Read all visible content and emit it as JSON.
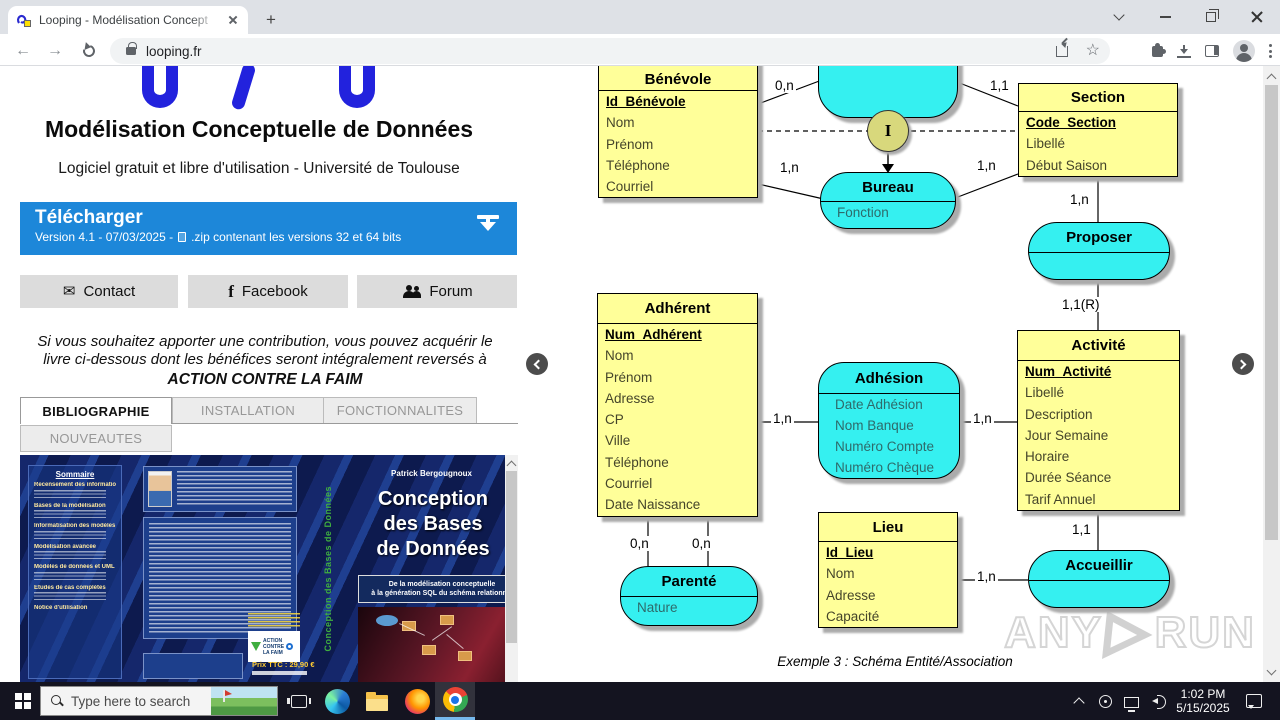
{
  "browser": {
    "tab_title": "Looping - Modélisation Concept",
    "url": "looping.fr",
    "new_tab_glyph": "+"
  },
  "page": {
    "title": "Modélisation Conceptuelle de Données",
    "subtitle": "Logiciel gratuit et libre d'utilisation - Université de Toulouse",
    "download_banner": {
      "title": "Télécharger",
      "version_info": "Version 4.1  -  07/03/2025  -",
      "zip_info": ".zip contenant les versions 32 et 64 bits"
    },
    "nav_buttons": {
      "contact": "Contact",
      "facebook": "Facebook",
      "facebook_icon_glyph": "f",
      "forum": "Forum",
      "envelope_glyph": "✉"
    },
    "contribution": {
      "line1": "Si vous souhaitez apporter une contribution, vous pouvez acquérir le",
      "line2": "livre ci-dessous dont les bénéfices seront intégralement reversés à",
      "org": "ACTION CONTRE LA FAIM"
    },
    "tabs": {
      "bibliographie": "BIBLIOGRAPHIE",
      "installation": "INSTALLATION",
      "fonctionnalites": "FONCTIONNALITES",
      "nouveautes": "NOUVEAUTES"
    },
    "book": {
      "sommaire_title": "Sommaire",
      "toc_sections": [
        "Recensement des informations",
        "Bases de la modélisation",
        "Informatisation des modèles",
        "Modélisation avancée",
        "Modèles de données et UML",
        "Etudes de cas complètes",
        "Notice d'utilisation"
      ],
      "author": "Patrick Bergougnoux",
      "title_lines": [
        "Conception",
        "des Bases",
        "de Données"
      ],
      "front_subtitle1": "De la modélisation conceptuelle",
      "front_subtitle2": "à la génération SQL du schéma relationnel",
      "charity_line1": "ACTION",
      "charity_line2": "CONTRE",
      "charity_line3": "LA FAIM",
      "price": "Prix TTC : 29,90 €",
      "spine_title": "Conception des Bases de Données"
    }
  },
  "diagram": {
    "caption": "Exemple 3 : Schéma Entité/Association",
    "constraint_label": "I",
    "benevole": {
      "title": "Bénévole",
      "key": "Id_Bénévole",
      "attrs": [
        "Nom",
        "Prénom",
        "Téléphone",
        "Courriel"
      ]
    },
    "section": {
      "title": "Section",
      "key": "Code_Section",
      "attrs": [
        "Libellé",
        "Début Saison"
      ]
    },
    "adherent": {
      "title": "Adhérent",
      "key": "Num_Adhérent",
      "attrs": [
        "Nom",
        "Prénom",
        "Adresse",
        "CP",
        "Ville",
        "Téléphone",
        "Courriel",
        "Date Naissance"
      ]
    },
    "activite": {
      "title": "Activité",
      "key": "Num_Activité",
      "attrs": [
        "Libellé",
        "Description",
        "Jour Semaine",
        "Horaire",
        "Durée Séance",
        "Tarif Annuel"
      ]
    },
    "lieu": {
      "title": "Lieu",
      "key": "Id_Lieu",
      "attrs": [
        "Nom",
        "Adresse",
        "Capacité"
      ]
    },
    "bureau": {
      "title": "Bureau",
      "attrs": [
        "Fonction"
      ]
    },
    "proposer": {
      "title": "Proposer"
    },
    "adhesion": {
      "title": "Adhésion",
      "attrs": [
        "Date Adhésion",
        "Nom Banque",
        "Numéro Compte",
        "Numéro Chèque"
      ]
    },
    "accueillir": {
      "title": "Accueillir"
    },
    "parente": {
      "title": "Parenté",
      "attrs": [
        "Nature"
      ]
    },
    "cards": {
      "benevole_top": "0,n",
      "section_top": "1,1",
      "benevole_bureau": "1,n",
      "section_bureau": "1,n",
      "section_proposer": "1,n",
      "proposer_activite": "1,1(R)",
      "adherent_adhesion": "1,n",
      "adhesion_activite": "1,n",
      "activite_accueillir": "1,1",
      "lieu_accueillir": "1,n",
      "parente_left": "0,n",
      "parente_right": "0,n"
    }
  },
  "watermark": {
    "left": "ANY",
    "play_glyph": "▷",
    "right": "RUN"
  },
  "taskbar": {
    "search_placeholder": "Type here to search",
    "time": "1:02 PM",
    "date": "5/15/2025"
  },
  "colors": {
    "entity_fill": "#ffff99",
    "association_fill": "#35f0f0",
    "constraint_fill": "#d8d87c",
    "banner_blue": "#1d87d9",
    "logo_blue": "#2222dd"
  }
}
